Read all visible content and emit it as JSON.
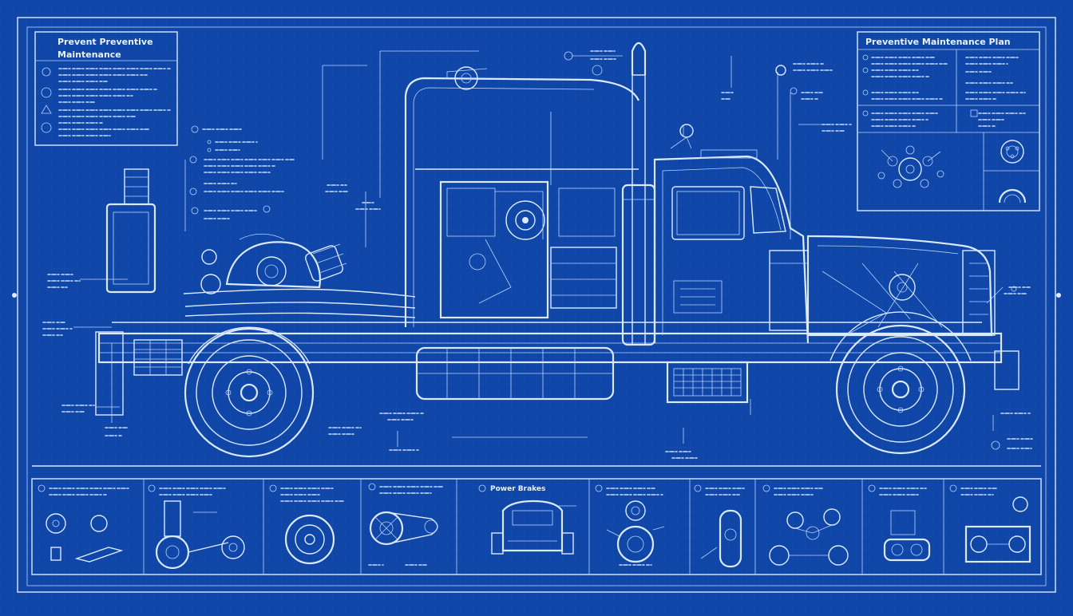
{
  "sheet": {
    "title_left_line1": "Prevent Preventive",
    "title_left_line2": "Maintenance",
    "title_right": "Preventive Maintenance Plan"
  },
  "colors": {
    "background": "#0f46a8",
    "line": "#dceaff",
    "grid": "#2a62c4"
  },
  "bottom_panels": [
    {
      "title": ""
    },
    {
      "title": ""
    },
    {
      "title": ""
    },
    {
      "title": ""
    },
    {
      "title": "Power Brakes"
    },
    {
      "title": ""
    },
    {
      "title": ""
    },
    {
      "title": ""
    },
    {
      "title": ""
    },
    {
      "title": ""
    }
  ]
}
